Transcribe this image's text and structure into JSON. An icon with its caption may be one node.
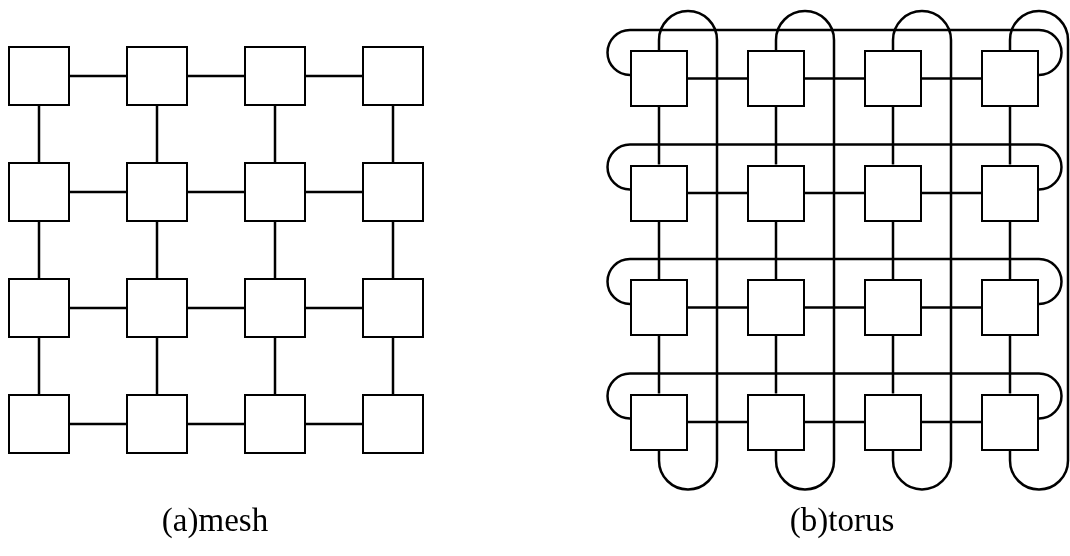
{
  "diagram": {
    "nodes": [
      {
        "text": [],
        "shape": "box"
      },
      {
        "text": [],
        "shape": "box"
      },
      {
        "text": [],
        "shape": "box"
      },
      {
        "text": [],
        "shape": "box"
      },
      {
        "text": [],
        "shape": "box"
      },
      {
        "text": [],
        "shape": "box"
      },
      {
        "text": [],
        "shape": "box"
      },
      {
        "text": [],
        "shape": "box"
      },
      {
        "text": [],
        "shape": "box"
      },
      {
        "text": [],
        "shape": "box"
      },
      {
        "text": [],
        "shape": "box"
      },
      {
        "text": [],
        "shape": "box"
      },
      {
        "text": [],
        "shape": "box"
      },
      {
        "text": [],
        "shape": "box"
      },
      {
        "text": [],
        "shape": "box"
      },
      {
        "text": [],
        "shape": "box"
      },
      {
        "text": [],
        "shape": "box"
      },
      {
        "text": [],
        "shape": "box"
      },
      {
        "text": [],
        "shape": "box"
      },
      {
        "text": [],
        "shape": "box"
      },
      {
        "text": [],
        "shape": "box"
      },
      {
        "text": [],
        "shape": "box"
      },
      {
        "text": [],
        "shape": "box"
      },
      {
        "text": [],
        "shape": "box"
      },
      {
        "text": [],
        "shape": "box"
      },
      {
        "text": [],
        "shape": "box"
      },
      {
        "text": [],
        "shape": "box"
      },
      {
        "text": [],
        "shape": "box"
      },
      {
        "text": [],
        "shape": "box"
      },
      {
        "text": [],
        "shape": "box"
      },
      {
        "text": [],
        "shape": "box"
      },
      {
        "text": [],
        "shape": "box"
      }
    ],
    "edges": [
      {
        "from": 0,
        "to": 1,
        "arrow": "none"
      },
      {
        "from": 1,
        "to": 2,
        "arrow": "none"
      },
      {
        "from": 2,
        "to": 3,
        "arrow": "none"
      },
      {
        "from": 4,
        "to": 5,
        "arrow": "none"
      },
      {
        "from": 5,
        "to": 6,
        "arrow": "none"
      },
      {
        "from": 6,
        "to": 7,
        "arrow": "none"
      },
      {
        "from": 8,
        "to": 9,
        "arrow": "none"
      },
      {
        "from": 9,
        "to": 10,
        "arrow": "none"
      },
      {
        "from": 10,
        "to": 11,
        "arrow": "none"
      },
      {
        "from": 12,
        "to": 13,
        "arrow": "none"
      },
      {
        "from": 13,
        "to": 14,
        "arrow": "none"
      },
      {
        "from": 14,
        "to": 15,
        "arrow": "none"
      },
      {
        "from": 0,
        "to": 4,
        "arrow": "none"
      },
      {
        "from": 4,
        "to": 8,
        "arrow": "none"
      },
      {
        "from": 8,
        "to": 12,
        "arrow": "none"
      },
      {
        "from": 1,
        "to": 5,
        "arrow": "none"
      },
      {
        "from": 5,
        "to": 9,
        "arrow": "none"
      },
      {
        "from": 9,
        "to": 13,
        "arrow": "none"
      },
      {
        "from": 2,
        "to": 6,
        "arrow": "none"
      },
      {
        "from": 6,
        "to": 10,
        "arrow": "none"
      },
      {
        "from": 10,
        "to": 14,
        "arrow": "none"
      },
      {
        "from": 3,
        "to": 7,
        "arrow": "none"
      },
      {
        "from": 7,
        "to": 11,
        "arrow": "none"
      },
      {
        "from": 11,
        "to": 15,
        "arrow": "none"
      },
      {
        "from": 16,
        "to": 17,
        "arrow": "none"
      },
      {
        "from": 17,
        "to": 18,
        "arrow": "none"
      },
      {
        "from": 18,
        "to": 19,
        "arrow": "none"
      },
      {
        "from": 20,
        "to": 21,
        "arrow": "none"
      },
      {
        "from": 21,
        "to": 22,
        "arrow": "none"
      },
      {
        "from": 22,
        "to": 23,
        "arrow": "none"
      },
      {
        "from": 24,
        "to": 25,
        "arrow": "none"
      },
      {
        "from": 25,
        "to": 26,
        "arrow": "none"
      },
      {
        "from": 26,
        "to": 27,
        "arrow": "none"
      },
      {
        "from": 28,
        "to": 29,
        "arrow": "none"
      },
      {
        "from": 29,
        "to": 30,
        "arrow": "none"
      },
      {
        "from": 30,
        "to": 31,
        "arrow": "none"
      },
      {
        "from": 16,
        "to": 20,
        "arrow": "none"
      },
      {
        "from": 20,
        "to": 24,
        "arrow": "none"
      },
      {
        "from": 24,
        "to": 28,
        "arrow": "none"
      },
      {
        "from": 17,
        "to": 21,
        "arrow": "none"
      },
      {
        "from": 21,
        "to": 25,
        "arrow": "none"
      },
      {
        "from": 25,
        "to": 29,
        "arrow": "none"
      },
      {
        "from": 18,
        "to": 22,
        "arrow": "none"
      },
      {
        "from": 22,
        "to": 26,
        "arrow": "none"
      },
      {
        "from": 26,
        "to": 30,
        "arrow": "none"
      },
      {
        "from": 19,
        "to": 23,
        "arrow": "none"
      },
      {
        "from": 23,
        "to": 27,
        "arrow": "none"
      },
      {
        "from": 27,
        "to": 31,
        "arrow": "none"
      },
      {
        "from": 16,
        "to": 19,
        "arrow": "none"
      },
      {
        "from": 20,
        "to": 23,
        "arrow": "none"
      },
      {
        "from": 24,
        "to": 27,
        "arrow": "none"
      },
      {
        "from": 28,
        "to": 31,
        "arrow": "none"
      },
      {
        "from": 16,
        "to": 28,
        "arrow": "none"
      },
      {
        "from": 17,
        "to": 29,
        "arrow": "none"
      },
      {
        "from": 18,
        "to": 30,
        "arrow": "none"
      },
      {
        "from": 19,
        "to": 31,
        "arrow": "none"
      }
    ],
    "labels": [
      "(a)mesh",
      "(b)torus"
    ]
  }
}
